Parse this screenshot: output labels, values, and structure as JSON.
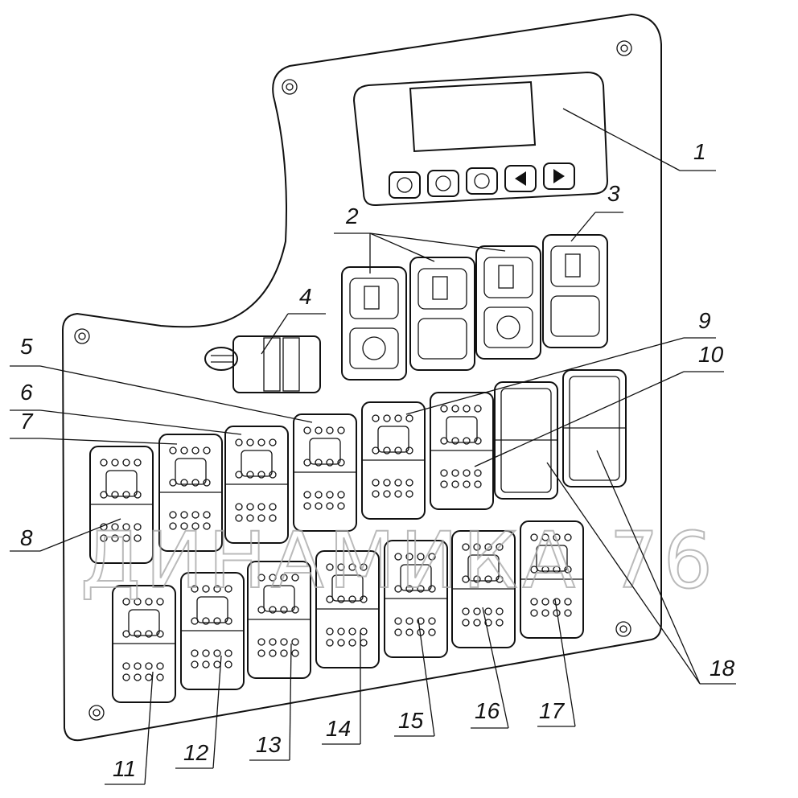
{
  "watermark": "ДИНАМИКА 76",
  "callouts": [
    "1",
    "2",
    "3",
    "4",
    "5",
    "6",
    "7",
    "8",
    "9",
    "10",
    "11",
    "12",
    "13",
    "14",
    "15",
    "16",
    "17",
    "18"
  ],
  "display_buttons": [
    "clock-icon",
    "chevrons-up-icon",
    "heater-icon",
    "arrow-left-icon",
    "arrow-right-icon"
  ],
  "top_switches": [
    {
      "upper": "mirror-icon",
      "lower": "brake-icon"
    },
    {
      "upper": "mirror-icon",
      "lower": "blank"
    },
    {
      "upper": "mirror-icon",
      "lower": "lamp-icon"
    },
    {
      "upper": "glow-plug-icon",
      "lower": "blank"
    }
  ],
  "row1_switches": [
    "door-icon",
    "windows-icon",
    "light-icon",
    "rear-fog-icon",
    "front-fog-icon",
    "steering-icon",
    "blank",
    "blank"
  ],
  "row2_switches": [
    "axle-lock-icon",
    "axle-lock-icon",
    "wiper-icon",
    "rotate-icon",
    "power-icon",
    "pen-icon",
    "hazard-icon"
  ]
}
